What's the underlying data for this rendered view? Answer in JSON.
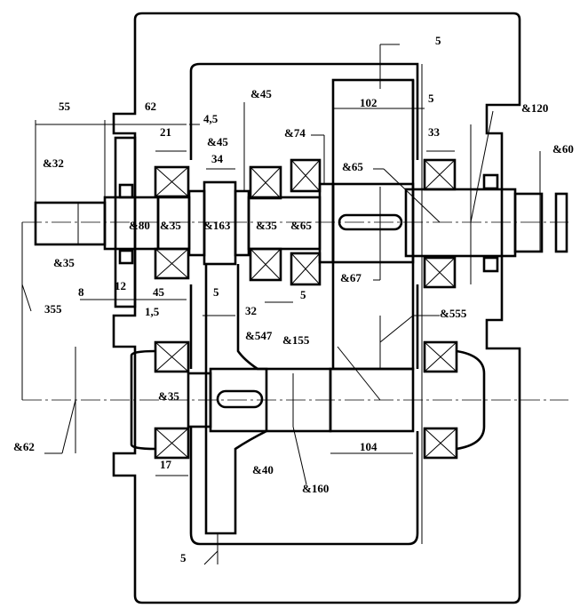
{
  "drawing": {
    "title": "Gearbox assembly sketch",
    "dimensions": {
      "top_gap": "5",
      "gear_width_top": "102",
      "gap_right": "5",
      "d120": "&120",
      "d60": "&60",
      "len55": "55",
      "len62": "62",
      "len4_5": "4,5",
      "d45_a": "&45",
      "d45_b": "&45",
      "len21": "21",
      "d74": "&74",
      "len34": "34",
      "len33": "33",
      "d32": "&32",
      "d65_a": "&65",
      "d80": "&80",
      "d35_a": "&35",
      "d163": "&163",
      "d35_b": "&35",
      "d65_b": "&65",
      "d35_c": "&35",
      "len8": "8",
      "len12": "12",
      "len45": "45",
      "len5_a": "5",
      "d67": "&67",
      "len5_b": "5",
      "len1_5": "1,5",
      "len32": "32",
      "len355": "355",
      "d555": "&555",
      "d547": "&547",
      "d155": "&155",
      "d35_d": "&35",
      "d62": "&62",
      "len17": "17",
      "len104": "104",
      "d40": "&40",
      "d160": "&160",
      "bottom_gap": "5"
    }
  }
}
